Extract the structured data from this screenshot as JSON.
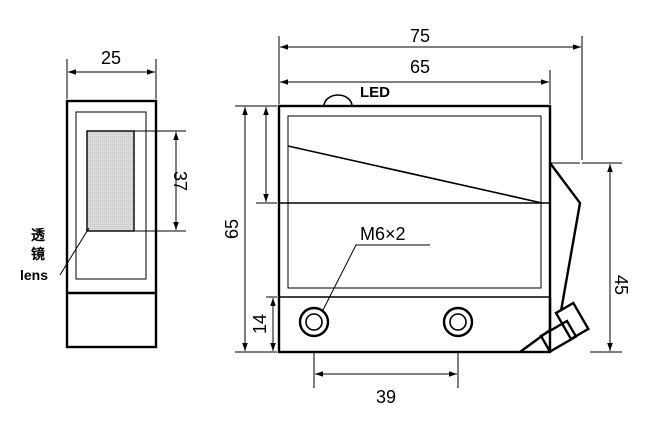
{
  "dimensions": {
    "side_width": "25",
    "lens_height": "37",
    "overall_width": "75",
    "body_width": "65",
    "body_height": "65",
    "base_height": "14",
    "total_height": "45",
    "hole_spacing": "39"
  },
  "labels": {
    "led": "LED",
    "screw": "M6×2",
    "lens_cn_1": "透",
    "lens_cn_2": "镜",
    "lens_en": "lens"
  }
}
